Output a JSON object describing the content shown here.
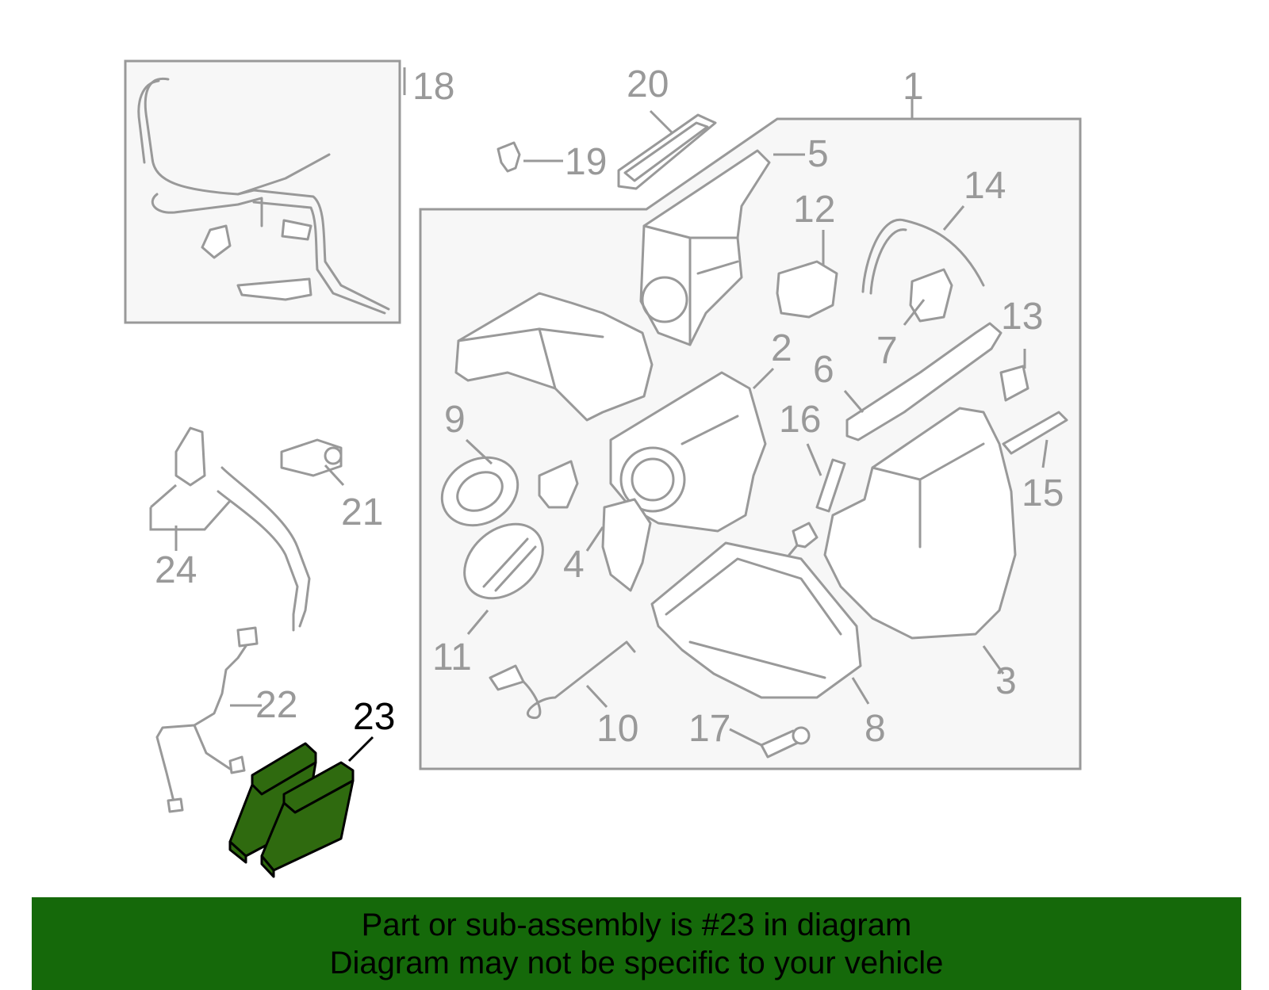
{
  "callouts": {
    "c1": "1",
    "c2": "2",
    "c3": "3",
    "c4": "4",
    "c5": "5",
    "c6": "6",
    "c7": "7",
    "c8": "8",
    "c9": "9",
    "c10": "10",
    "c11": "11",
    "c12": "12",
    "c13": "13",
    "c14": "14",
    "c15": "15",
    "c16": "16",
    "c17": "17",
    "c18": "18",
    "c19": "19",
    "c20": "20",
    "c21": "21",
    "c22": "22",
    "c23": "23",
    "c24": "24"
  },
  "highlighted_part": "23",
  "colors": {
    "highlight_fill": "#2f6a0f",
    "banner_background": "#15690a",
    "line_art": "#999999"
  },
  "banner": {
    "line1": "Part or sub-assembly is #23 in diagram",
    "line2": "Diagram may not be specific to your vehicle"
  }
}
